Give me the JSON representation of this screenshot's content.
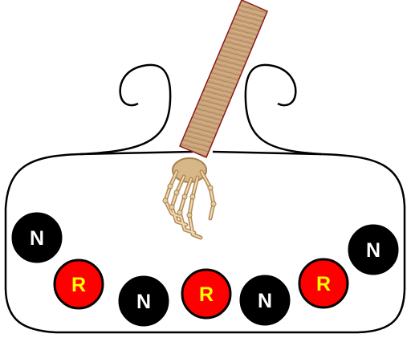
{
  "game": {
    "balls": [
      {
        "label": "N",
        "kind": "black"
      },
      {
        "label": "R",
        "kind": "red"
      },
      {
        "label": "N",
        "kind": "black"
      },
      {
        "label": "R",
        "kind": "red"
      },
      {
        "label": "N",
        "kind": "black"
      },
      {
        "label": "R",
        "kind": "red"
      },
      {
        "label": "N",
        "kind": "black"
      }
    ]
  },
  "colors": {
    "black_ball": "#000000",
    "black_ball_text": "#ffffff",
    "red_ball": "#ff0000",
    "red_ball_text": "#ffff00",
    "outline": "#000000",
    "stick_wood": "#c9a27a",
    "stick_border": "#8b1a1a"
  },
  "icons": {
    "claw": "skeleton-hand-icon",
    "stick": "wooden-stick-icon"
  }
}
